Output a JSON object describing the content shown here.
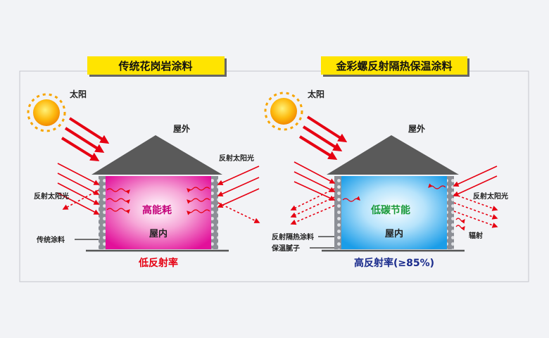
{
  "left_panel": {
    "title": "传统花岗岩涂料",
    "sun_label": "太阳",
    "outside_label": "屋外",
    "reflect_label_left": "反射太阳光",
    "reflect_label_right": "反射太阳光",
    "center_label": "高能耗",
    "inside_label": "屋内",
    "coating_label": "传统涂料",
    "result_label": "低反射率"
  },
  "right_panel": {
    "title": "金彩螺反射隔热保温涂料",
    "sun_label": "太阳",
    "outside_label": "屋外",
    "reflect_label_right": "反射太阳光",
    "center_label": "低碳节能",
    "inside_label": "屋内",
    "coating_label": "反射隔热涂料",
    "putty_label": "保温腻子",
    "radiation_label": "辐射",
    "result_label": "高反射率(≥85%)"
  },
  "colors": {
    "page_bg": "#f2f3f6",
    "frame": "#c4c6cc",
    "title_bg": "#ffe400",
    "arrow_red": "#e60012",
    "roof": "#5a5a5a",
    "hot_room": "#ec2aa3",
    "cool_room": "#22a7f0",
    "result_red": "#e60012",
    "result_blue": "#1a2b8c",
    "green_text": "#1a9a3a"
  }
}
